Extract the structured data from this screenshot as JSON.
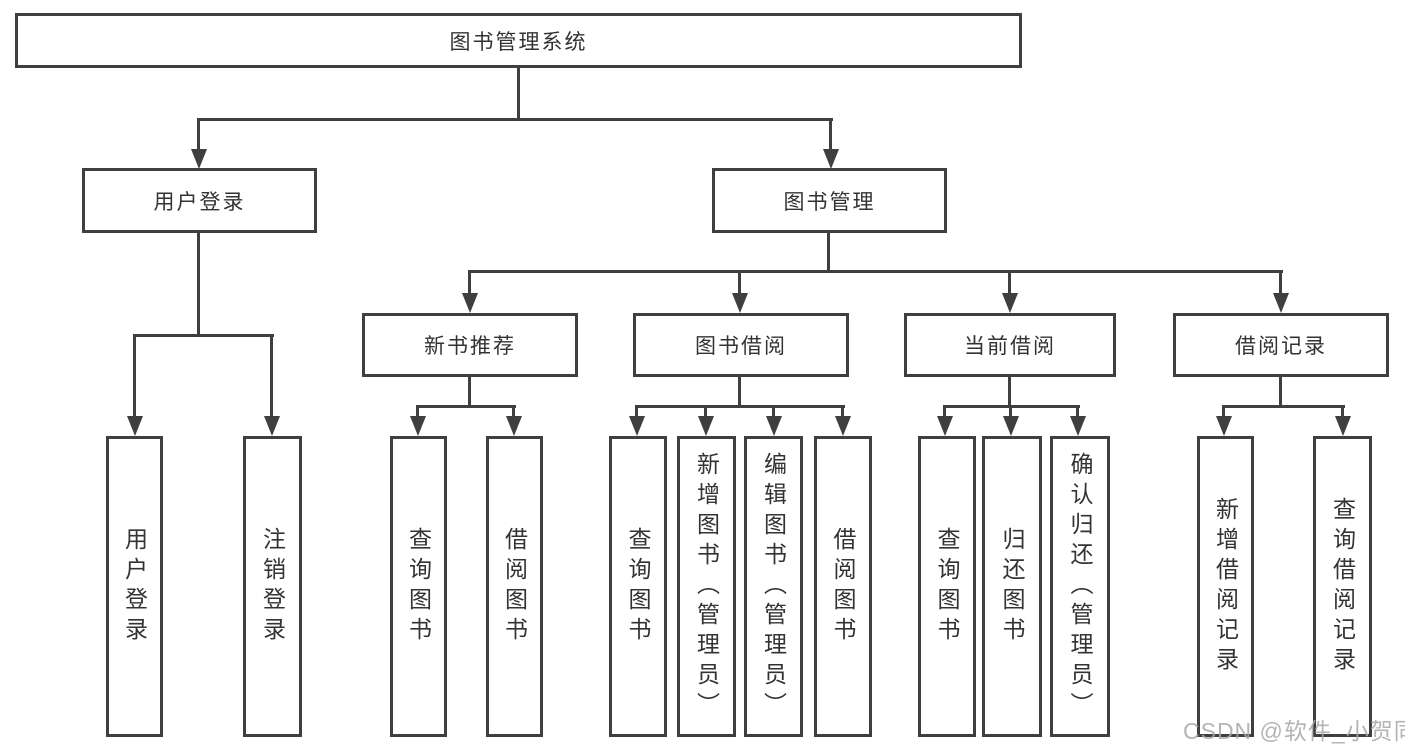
{
  "root": {
    "label": "图书管理系统"
  },
  "branches": {
    "user_login": {
      "label": "用户登录",
      "children": [
        {
          "label": "用户登录"
        },
        {
          "label": "注销登录"
        }
      ]
    },
    "book_management": {
      "label": "图书管理",
      "sections": [
        {
          "label": "新书推荐",
          "children": [
            {
              "label": "查询图书"
            },
            {
              "label": "借阅图书"
            }
          ]
        },
        {
          "label": "图书借阅",
          "children": [
            {
              "label": "查询图书"
            },
            {
              "label": "新增图书（管理员）"
            },
            {
              "label": "编辑图书（管理员）"
            },
            {
              "label": "借阅图书"
            }
          ]
        },
        {
          "label": "当前借阅",
          "children": [
            {
              "label": "查询图书"
            },
            {
              "label": "归还图书"
            },
            {
              "label": "确认归还（管理员）"
            }
          ]
        },
        {
          "label": "借阅记录",
          "children": [
            {
              "label": "新增借阅记录"
            },
            {
              "label": "查询借阅记录"
            }
          ]
        }
      ]
    }
  },
  "watermark": {
    "text": "CSDN @软件_小贺同学"
  },
  "colors": {
    "line": "#3f3f3f",
    "text": "#333333",
    "watermark": "#a8a8a8",
    "background": "#ffffff"
  }
}
